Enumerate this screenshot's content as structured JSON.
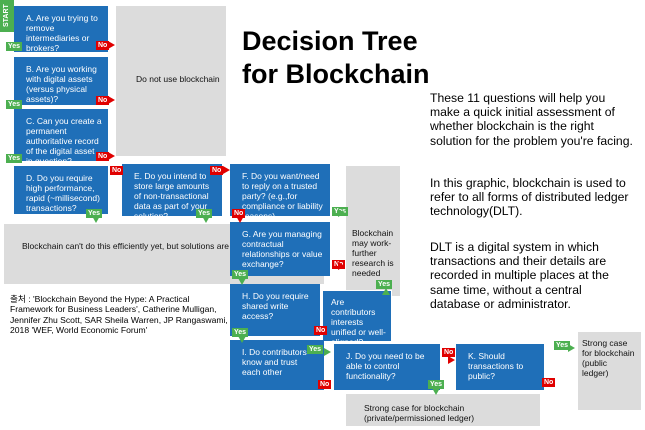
{
  "title_line1": "Decision Tree",
  "title_line2": "for Blockchain",
  "start_label": "START",
  "yes": "Yes",
  "no": "No",
  "questions": {
    "a": "A. Are you trying to remove intermediaries or brokers?",
    "b": "B. Are you working with digital assets (versus physical assets)?",
    "c": "C. Can you create a permanent authoritative record of the digital asset in question?",
    "d": "D. Do you require high performance, rapid (~millisecond) transactions?",
    "e": "E. Do you intend to store large amounts of non-transactional data as part of your solution?",
    "f": "F. Do you want/need to reply on a trusted party? (e.g.,for compliance or liability reasons)",
    "g": "G. Are you managing contractual relationships or value exchange?",
    "h": "H. Do you require shared write access?",
    "contributors_interests": "Are contributors interests unified or well-aligned?",
    "i": "I. Do contributors know and trust each other",
    "j": "J. Do you need to be able to control functionality?",
    "k": "K. Should transactions to public?"
  },
  "outcomes": {
    "do_not_use": "Do not use blockchain",
    "cant_do": "Blockchain can't do this efficiently yet, but solutions are in development.",
    "may_work": "Blockchain may work-further research is needed",
    "strong_private": "Strong case for blockchain (private/permissioned ledger)",
    "strong_public": "Strong case for blockchain (public ledger)"
  },
  "description": {
    "p1": "These 11 questions will help you make a quick initial assessment of whether blockchain is the right solution for the problem you're facing.",
    "p2": "In this graphic, blockchain is used to refer to all forms of distributed ledger technology(DLT).",
    "p3": "DLT is a digital system in which transactions and their details are recorded in multiple places at the same time, without a central database or administrator."
  },
  "source": "출처 : 'Blockchain Beyond the Hype: A Practical Framework for Business Leaders', Catherine Mulligan, Jennifer Zhu Scott, SAR Sheila Warren, JP Rangaswami, 2018 'WEF, World Economic Forum'",
  "colors": {
    "question_box": "#1f6fb8",
    "outcome_box": "#dcdcdc",
    "yes": "#4caf50",
    "no": "#e00000"
  }
}
